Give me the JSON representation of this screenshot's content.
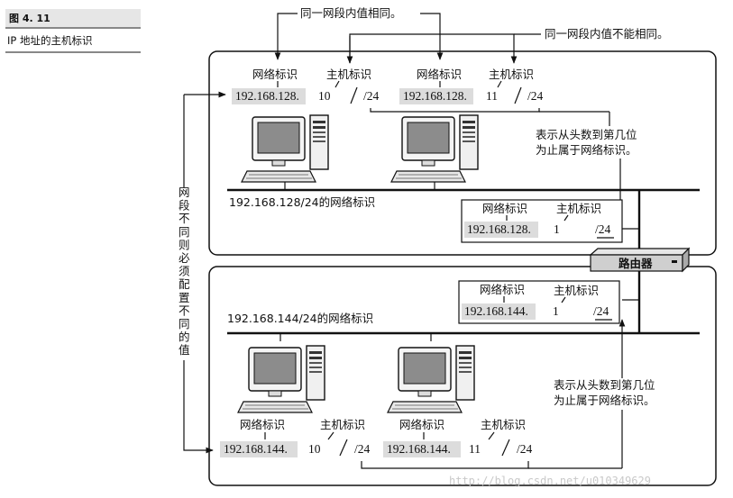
{
  "figure": {
    "number": "图 4. 11",
    "title": "IP 地址的主机标识"
  },
  "callouts": {
    "same": "同一网段内值相同。",
    "different": "同一网段内值不能相同。"
  },
  "labels": {
    "network_id": "网络标识",
    "host_id": "主机标识",
    "prefix_note_line1": "表示从头数到第几位",
    "prefix_note_line2": "为止属于网络标识。"
  },
  "side_note": [
    "网",
    "段",
    "不",
    "同",
    "则",
    "必",
    "须",
    "配",
    "置",
    "不",
    "同",
    "的",
    "值"
  ],
  "segment_top": {
    "label": "192.168.128/24的网络标识",
    "pc1": {
      "net": "192.168.128.",
      "host": "10",
      "prefix": "/24"
    },
    "pc2": {
      "net": "192.168.128.",
      "host": "11",
      "prefix": "/24"
    },
    "router_if": {
      "net": "192.168.128.",
      "host": "1",
      "prefix": "/24"
    }
  },
  "segment_bottom": {
    "label": "192.168.144/24的网络标识",
    "pc1": {
      "net": "192.168.144.",
      "host": "10",
      "prefix": "/24"
    },
    "pc2": {
      "net": "192.168.144.",
      "host": "11",
      "prefix": "/24"
    },
    "router_if": {
      "net": "192.168.144.",
      "host": "1",
      "prefix": "/24"
    }
  },
  "router": {
    "label": "路由器"
  },
  "watermark": "http://blog.csdn.net/u010349629"
}
